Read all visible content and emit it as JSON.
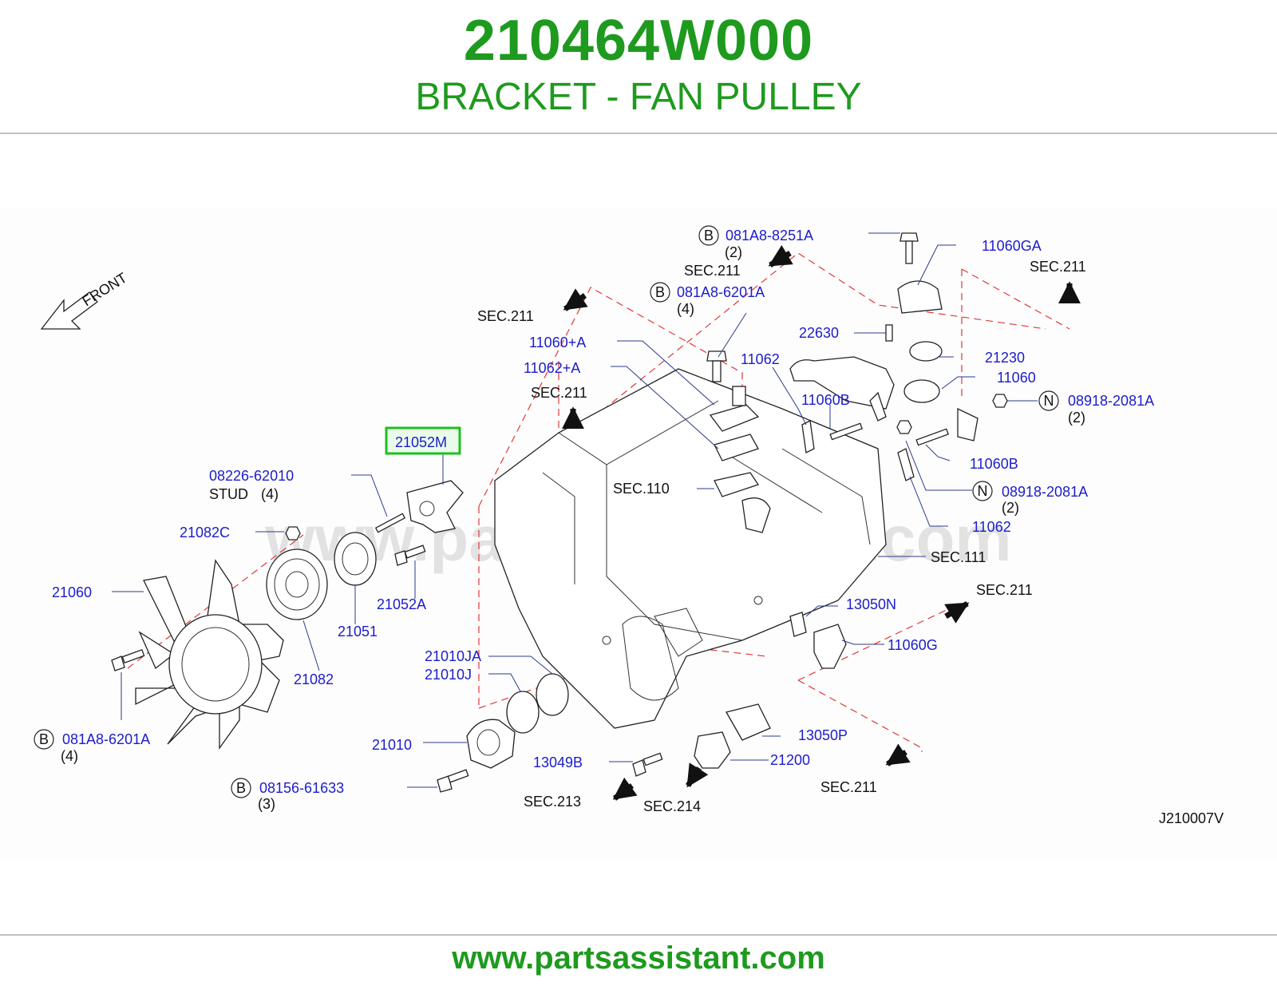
{
  "header": {
    "part_number": "210464W000",
    "part_name": "BRACKET - FAN PULLEY"
  },
  "diagram": {
    "watermark": "www.partsassistant.com",
    "front_label": "FRONT",
    "figure_code": "J210007V",
    "highlight_color": "#1fbf1f",
    "label_color": "#1c1ccc",
    "arrow_color": "#111111",
    "dashed_line_color": "#e03a3a",
    "labels": {
      "bolt_081A8_8251A": "081A8-8251A",
      "bolt_081A8_8251A_qty": "(2)",
      "bolt_081A8_6201A_top": "081A8-6201A",
      "bolt_081A8_6201A_top_qty": "(4)",
      "bolt_081A8_6201A_left": "081A8-6201A",
      "bolt_081A8_6201A_left_qty": "(4)",
      "bolt_08156_61633": "08156-61633",
      "bolt_08156_61633_qty": "(3)",
      "nut_08918_2081A_a": "08918-2081A",
      "nut_08918_2081A_a_qty": "(2)",
      "nut_08918_2081A_b": "08918-2081A",
      "nut_08918_2081A_b_qty": "(2)",
      "p11060GA": "11060GA",
      "p11060_plus_A": "11060+A",
      "p11062_plus_A": "11062+A",
      "p11062_top": "11062",
      "p11062_right": "11062",
      "p11060": "11060",
      "p11060B_top": "11060B",
      "p11060B_right": "11060B",
      "p22630": "22630",
      "p21230": "21230",
      "p21052M": "21052M",
      "p08226_62010": "08226-62010",
      "stud": "STUD",
      "stud_qty": "(4)",
      "p21082C": "21082C",
      "p21060": "21060",
      "p21052A": "21052A",
      "p21051": "21051",
      "p21082": "21082",
      "p21010JA": "21010JA",
      "p21010J": "21010J",
      "p21010": "21010",
      "p13049B": "13049B",
      "p13050N": "13050N",
      "p11060G": "11060G",
      "p13050P": "13050P",
      "p21200": "21200",
      "sec211_a": "SEC.211",
      "sec211_b": "SEC.211",
      "sec211_c": "SEC.211",
      "sec211_d": "SEC.211",
      "sec211_e": "SEC.211",
      "sec211_f": "SEC.211",
      "sec110": "SEC.110",
      "sec111": "SEC.111",
      "sec213": "SEC.213",
      "sec214": "SEC.214",
      "callout_B": "B",
      "callout_N": "N"
    }
  },
  "footer": {
    "url": "www.partsassistant.com"
  }
}
